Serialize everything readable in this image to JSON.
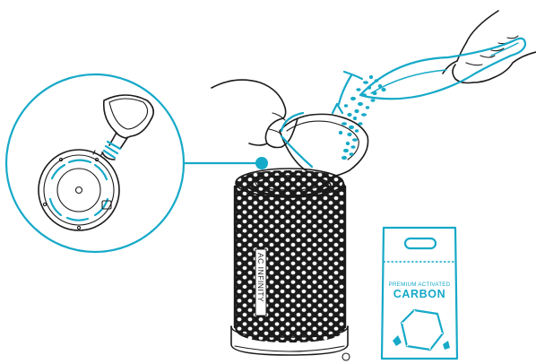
{
  "illustration": {
    "brand_label": "AC INFINITY",
    "bag": {
      "subtitle": "PREMIUM ACTIVATED",
      "title": "CARBON"
    },
    "colors": {
      "accent": "#16a9c8",
      "ink": "#1b1b1b",
      "background": "#ffffff"
    }
  }
}
